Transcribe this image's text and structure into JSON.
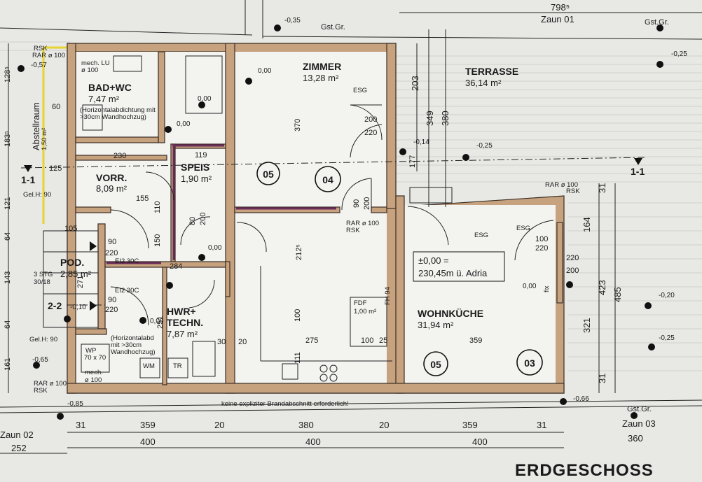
{
  "drawing": {
    "title": "ERDGESCHOSS",
    "fire_note": "keine expliziter Brandabschnitt erforderlich!",
    "elevation": {
      "line1": "±0,00 =",
      "line2": "230,45m ü. Adria"
    }
  },
  "rooms": [
    {
      "name": "BAD+WC",
      "area": "7,47 m²",
      "note1": "(Horizontalabdichtung mit",
      "note2": ">30cm Wandhochzug)"
    },
    {
      "name": "ZIMMER",
      "area": "13,28 m²"
    },
    {
      "name": "TERRASSE",
      "area": "36,14 m²"
    },
    {
      "name": "VORR.",
      "area": "8,09 m²"
    },
    {
      "name": "SPEIS",
      "area": "1,90 m²"
    },
    {
      "name": "POD.",
      "area": "2,85 m²"
    },
    {
      "name": "HWR+",
      "name2": "TECHN.",
      "area": "7,87 m²",
      "note1": "(Horizontalabd",
      "note2": "mit >30cm",
      "note3": "Wandhochzug)"
    },
    {
      "name": "WOHNKÜCHE",
      "area": "31,94 m²"
    },
    {
      "name": "FDF",
      "area": "1,00 m²"
    },
    {
      "name": "Abstellraum",
      "area": "1,50 m²"
    }
  ],
  "markers": [
    "05",
    "04",
    "05",
    "03"
  ],
  "sections": [
    "1-1",
    "1-1",
    "2-2"
  ],
  "labels": {
    "gst_gr": "Gst.Gr.",
    "zaun01": "Zaun 01",
    "zaun02": "Zaun 02",
    "zaun03": "Zaun 03",
    "rsk": "RSK",
    "rar": "RAR ø 100",
    "esg": "ESG",
    "mech_lu": "mech. LU",
    "oe100": "ø 100",
    "mech": "mech.",
    "wp": "WP",
    "wp_size": "70 x 70",
    "wm": "WM",
    "tr": "TR",
    "gel_h": "Gel.H: 90",
    "stg": "3 STG",
    "stg_size": "30/18",
    "ei2": "EI2 30C",
    "fh94": "FH 94",
    "fix": "fix"
  },
  "levels": [
    "0,00",
    "-0,35",
    "-0,25",
    "-0,57",
    "-0,14",
    "-0,10",
    "-0,65",
    "-0,85",
    "-0,66",
    "-0,20",
    "-0,25",
    "-0,25"
  ],
  "dimensions": {
    "bottom_row1": [
      "31",
      "359",
      "20",
      "380",
      "20",
      "359",
      "31"
    ],
    "bottom_row2": [
      "400",
      "400",
      "400"
    ],
    "bottom_left": "252",
    "bottom_right": "360",
    "top": [
      "798⁵"
    ],
    "right": [
      "164",
      "423",
      "485",
      "321",
      "31",
      "31"
    ],
    "inner": [
      "203",
      "349",
      "380",
      "370",
      "200",
      "220",
      "90",
      "200",
      "80",
      "200",
      "155",
      "230",
      "119",
      "284",
      "275",
      "359",
      "100",
      "25",
      "125",
      "60",
      "110",
      "121",
      "64",
      "143",
      "64",
      "161",
      "271",
      "220",
      "90",
      "212⁵",
      "30",
      "20",
      "100",
      "111",
      "100",
      "220",
      "200",
      "220",
      "100",
      "177",
      "183⁵",
      "128⁵",
      "105",
      "150",
      "251",
      "220",
      "90"
    ]
  }
}
